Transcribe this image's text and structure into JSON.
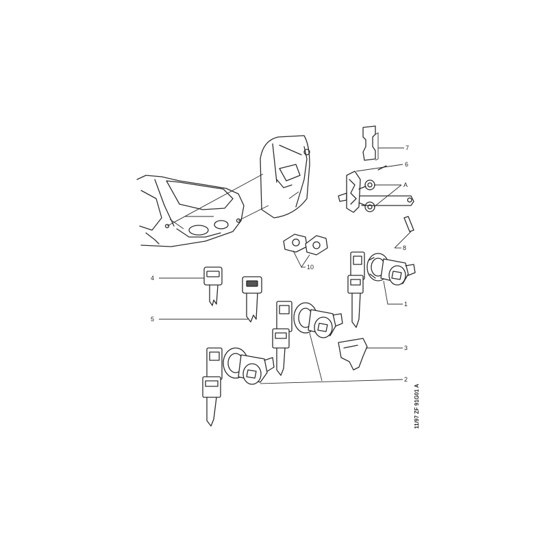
{
  "callouts": {
    "c1": "1",
    "c2": "2",
    "c3": "3",
    "c4": "4",
    "c5": "5",
    "c6": "6",
    "c7": "7",
    "c8": "8",
    "c10": "10",
    "cA": "A"
  },
  "reference_code": "11/97 ZF 91G01 A",
  "components": [
    "car-door-outline",
    "door-detail-inset",
    "door-check-strap",
    "check-strap-plate",
    "roll-pin",
    "lock-insert-pair",
    "key-blank-4",
    "key-blank-5",
    "lock-barrel-set-1",
    "lock-barrel-set-2",
    "retaining-clip-3"
  ]
}
